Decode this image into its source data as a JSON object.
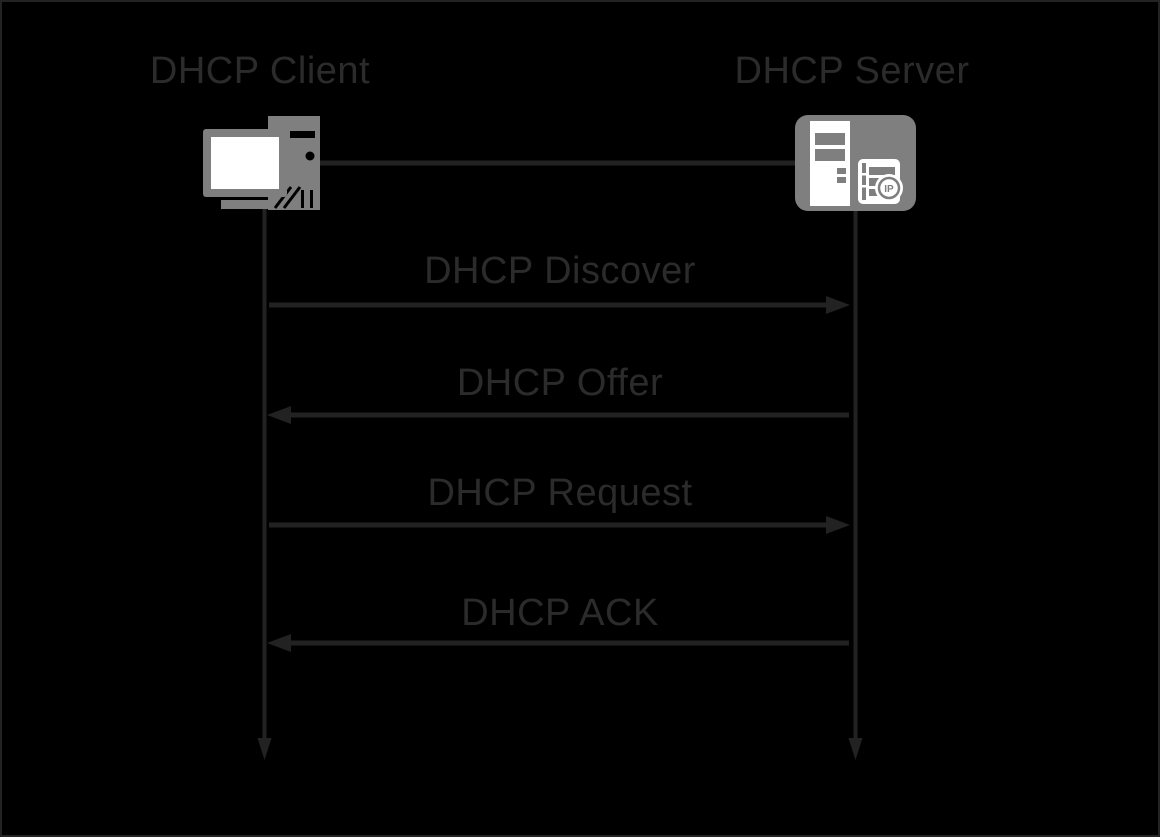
{
  "diagram": {
    "type": "sequence-diagram",
    "topic": "DHCP lease handshake",
    "colors": {
      "background": "#000000",
      "border": "#232323",
      "line": "#222222",
      "text": "#2b2b2b",
      "icon_gray": "#7f7f7f",
      "icon_white": "#ffffff"
    },
    "actors": {
      "client": {
        "label": "DHCP Client",
        "icon": "desktop-computer-icon"
      },
      "server": {
        "label": "DHCP Server",
        "icon": "server-icon",
        "badge_text": "IP"
      }
    },
    "messages": [
      {
        "label": "DHCP Discover",
        "direction": "right"
      },
      {
        "label": "DHCP Offer",
        "direction": "left"
      },
      {
        "label": "DHCP Request",
        "direction": "right"
      },
      {
        "label": "DHCP ACK",
        "direction": "left"
      }
    ]
  }
}
